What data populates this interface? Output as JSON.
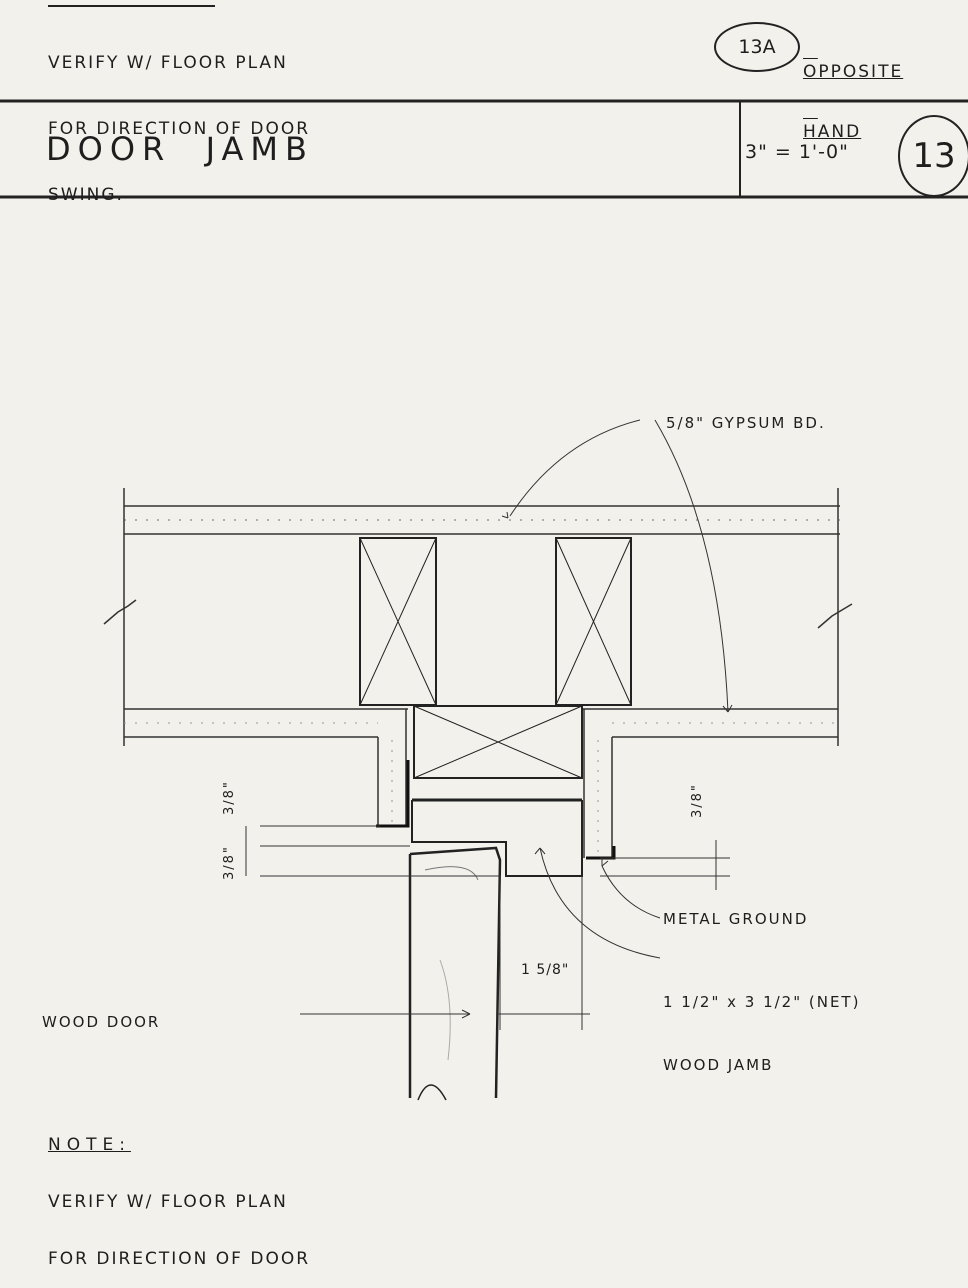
{
  "header": {
    "note_lines": [
      "VERIFY W/ FLOOR PLAN",
      "FOR DIRECTION OF DOOR",
      "SWING."
    ],
    "alt_detail_ref": "13A",
    "alt_detail_caption_lines": [
      "OPPOSITE",
      "HAND"
    ]
  },
  "title_block": {
    "title": "DOOR  JAMB",
    "scale": "3\" = 1'-0\"",
    "detail_number": "13"
  },
  "labels": {
    "gypsum": "5/8\" GYPSUM BD.",
    "metal_ground": "METAL GROUND",
    "jamb_lines": [
      "1 1/2\" x 3 1/2\" (NET)",
      "WOOD JAMB"
    ],
    "wood_door": "WOOD DOOR"
  },
  "dimensions": {
    "jamb_offset": "1 5/8\"",
    "right_reveal": "3/8\"",
    "left_reveal_upper": "3/8\"",
    "left_reveal_lower": "3/8\""
  },
  "footer_note": {
    "heading": "NOTE:",
    "lines": [
      "VERIFY W/ FLOOR PLAN",
      "FOR DIRECTION OF DOOR"
    ]
  },
  "colors": {
    "ink": "#1e1e1e",
    "paper": "#f3f1ec"
  }
}
